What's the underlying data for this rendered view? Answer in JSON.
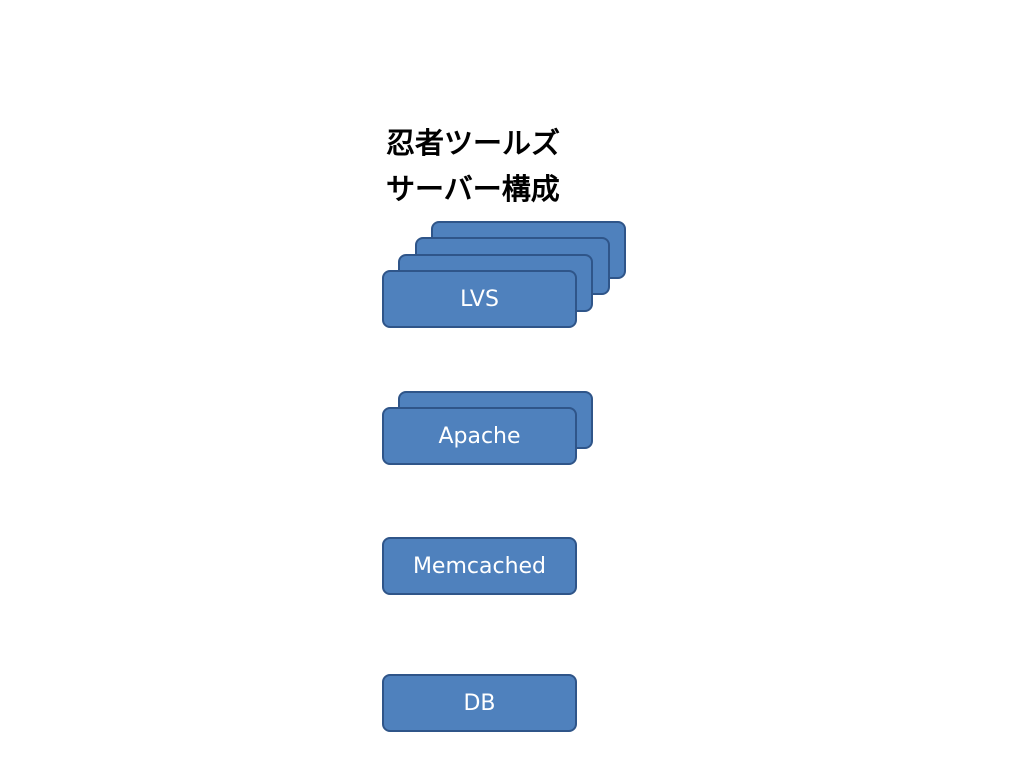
{
  "title": {
    "line1": "忍者ツールズ",
    "line2": "サーバー構成"
  },
  "colors": {
    "box_fill": "#4f81bd",
    "box_border": "#2f5589",
    "box_text": "#ffffff"
  },
  "tiers": {
    "lvs": {
      "label": "LVS"
    },
    "apache": {
      "label": "Apache"
    },
    "memcached": {
      "label": "Memcached"
    },
    "db": {
      "label": "DB"
    }
  }
}
